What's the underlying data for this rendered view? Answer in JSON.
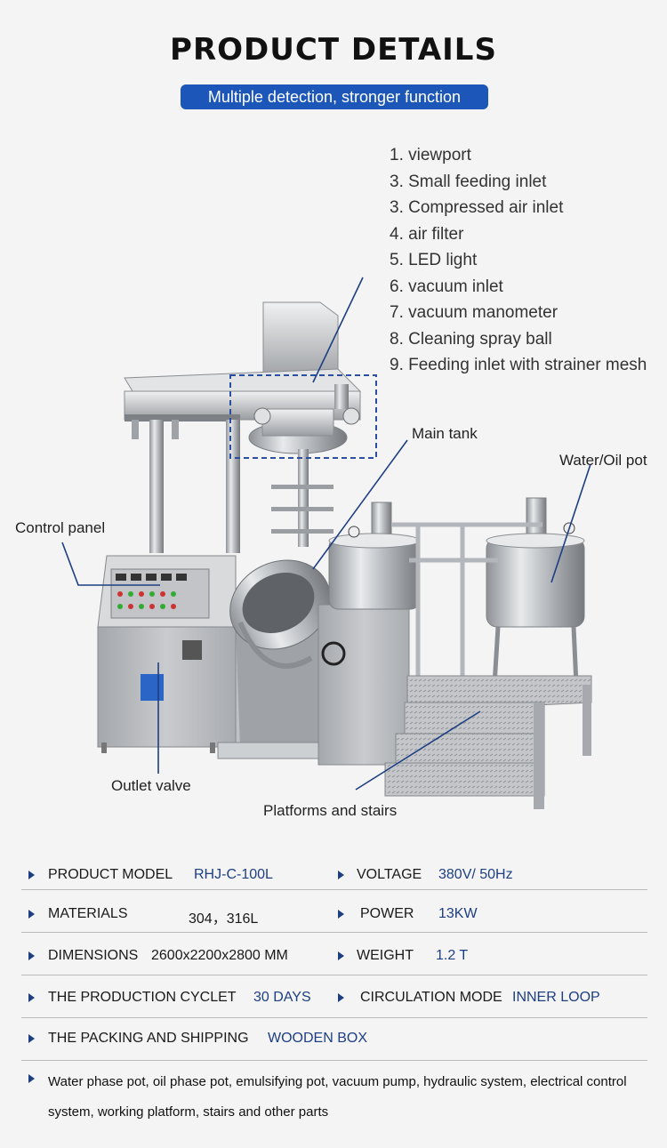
{
  "header": {
    "title": "PRODUCT DETAILS",
    "subtitle": "Multiple detection, stronger function"
  },
  "features": [
    "1. viewport",
    "3. Small feeding inlet",
    "3. Compressed air inlet",
    "4. air filter",
    "5. LED light",
    "6. vacuum inlet",
    "7. vacuum manometer",
    "8. Cleaning spray ball",
    "9. Feeding inlet with strainer mesh"
  ],
  "callouts": {
    "main_tank": "Main tank",
    "water_oil_pot": "Water/Oil pot",
    "control_panel": "Control panel",
    "outlet_valve": "Outlet valve",
    "platforms_stairs": "Platforms and stairs"
  },
  "specs": {
    "product_model": {
      "label": "PRODUCT MODEL",
      "value": "RHJ-C-100L"
    },
    "voltage": {
      "label": "VOLTAGE",
      "value": "380V/ 50Hz"
    },
    "materials": {
      "label": "MATERIALS",
      "value": "304，316L"
    },
    "power": {
      "label": "POWER",
      "value": "13KW"
    },
    "dimensions": {
      "label": "DIMENSIONS",
      "value": "2600x2200x2800 MM"
    },
    "weight": {
      "label": "WEIGHT",
      "value": "1.2 T"
    },
    "production_cycle": {
      "label": "THE PRODUCTION CYCLET",
      "value": "30 DAYS"
    },
    "circulation_mode": {
      "label": "CIRCULATION MODE",
      "value": "INNER LOOP"
    },
    "packing": {
      "label": "THE PACKING AND SHIPPING",
      "value": "WOODEN BOX"
    },
    "parts_note": "Water phase pot, oil phase pot, emulsifying pot, vacuum pump, hydraulic system, electrical control system, working platform, stairs and other parts"
  },
  "colors": {
    "accent_blue": "#1c56b8",
    "value_blue": "#1d3f82",
    "highlight_box": "#2a4fa0"
  }
}
